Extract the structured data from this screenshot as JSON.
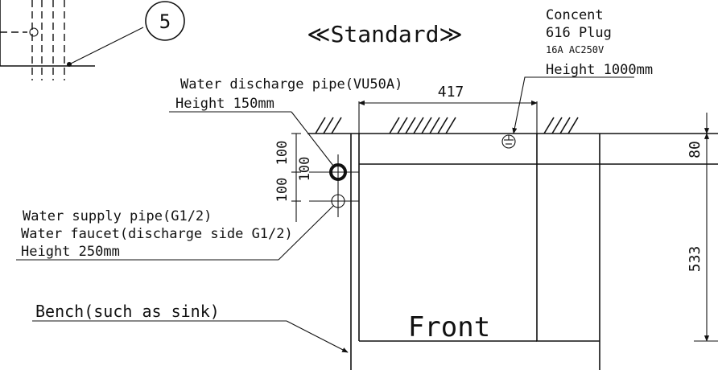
{
  "title": "≪Standard≫",
  "callout": "5",
  "concent": {
    "line1": "Concent",
    "line2": "616 Plug",
    "line3": "16A  AC250V",
    "line4": "Height 1000mm"
  },
  "discharge": {
    "line1": "Water discharge pipe(VU50A)",
    "line2": "Height 150mm"
  },
  "supply": {
    "line1": "Water supply pipe(G1/2)",
    "line2": "Water faucet(discharge side G1/2)",
    "line3": "Height 250mm"
  },
  "bench": "Bench(such as sink)",
  "front": "Front",
  "dimensions": {
    "width": "417",
    "upper_gap": "100",
    "mid_gap": "100",
    "upper_lower_gap": "100",
    "top_offset": "80",
    "depth": "533"
  }
}
